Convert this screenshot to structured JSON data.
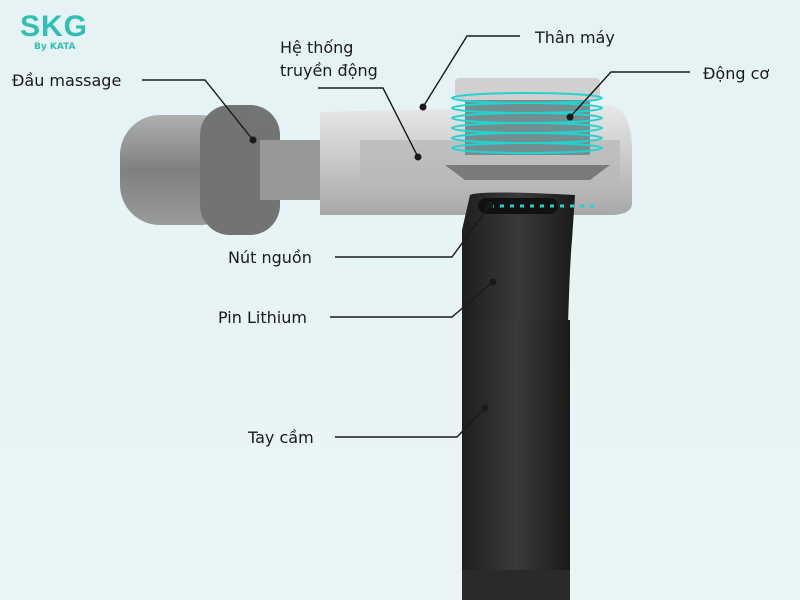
{
  "logo": {
    "brand": "SKG",
    "sub": "By KATA"
  },
  "labels": {
    "head": "Đầu massage",
    "transmission_1": "Hệ thống",
    "transmission_2": "truyền động",
    "body": "Thân máy",
    "motor": "Động cơ",
    "power_button": "Nút nguồn",
    "battery": "Pin Lithium",
    "handle": "Tay cầm"
  },
  "colors": {
    "accent": "#2fc0b3",
    "ring": "#22d3d0"
  }
}
